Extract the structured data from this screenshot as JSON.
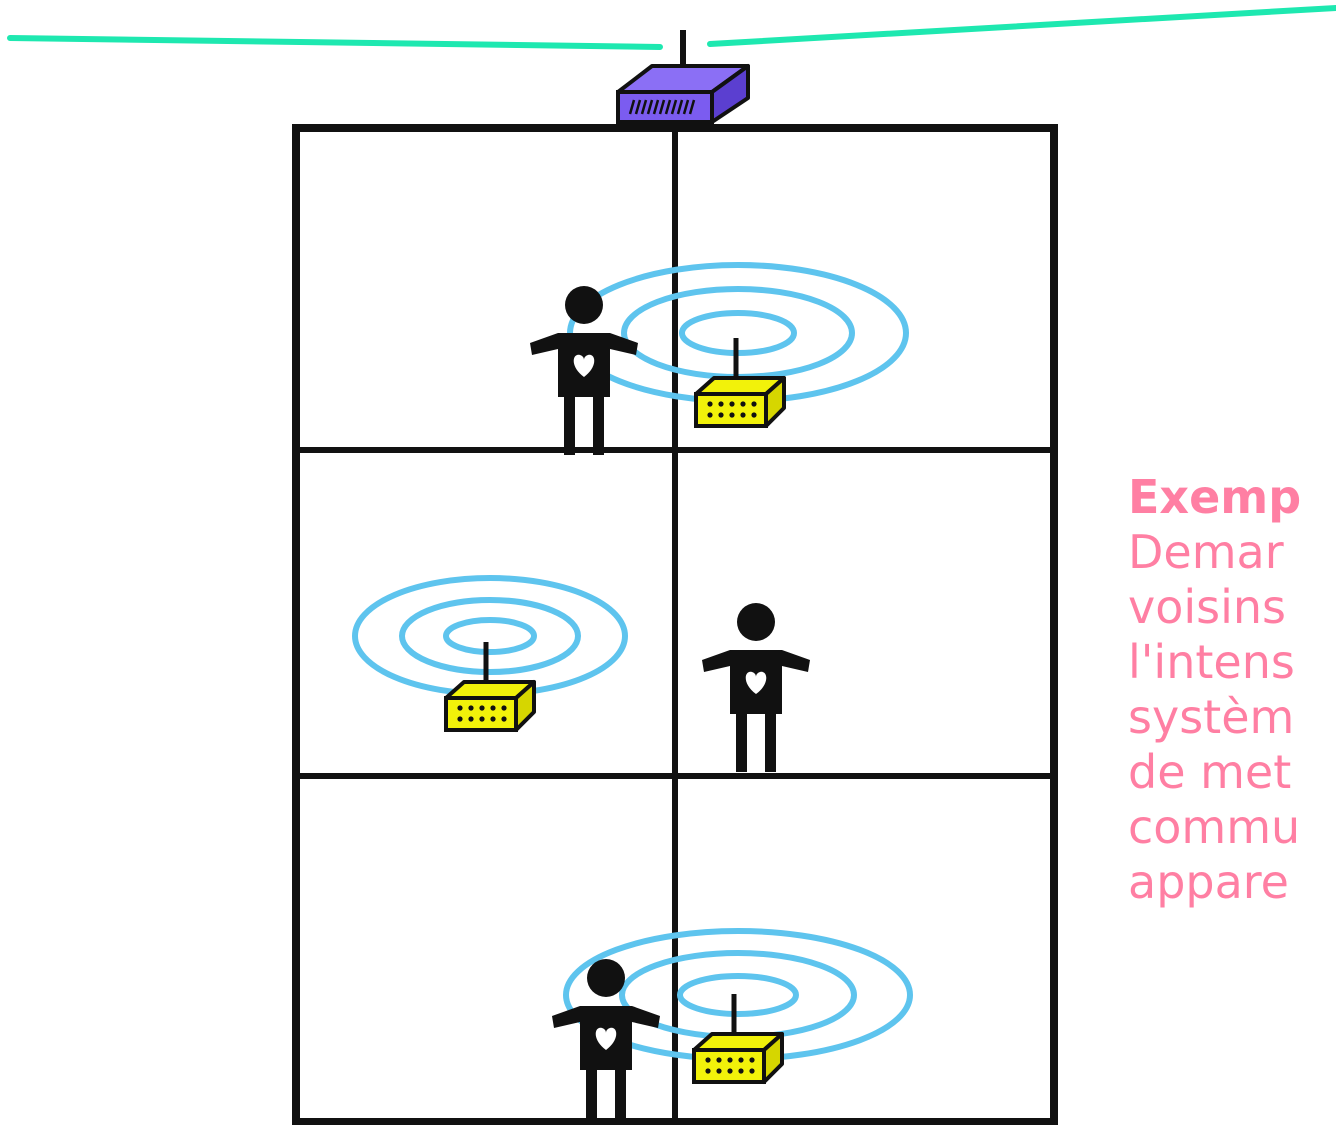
{
  "colors": {
    "cable": "#1ee8b0",
    "router": "#7b5cf0",
    "device": "#f2f20a",
    "wave": "#5ec4ee",
    "person": "#111111",
    "caption": "#ff7fa3"
  },
  "icons": [
    "router-icon",
    "wifi-extender-icon",
    "person-icon",
    "heart-icon",
    "signal-wave-icon"
  ],
  "caption": {
    "title": "Exemp",
    "lines": [
      "Demar",
      "voisins",
      "l'intens",
      "systèm",
      "de met",
      "commu",
      "appare"
    ]
  }
}
